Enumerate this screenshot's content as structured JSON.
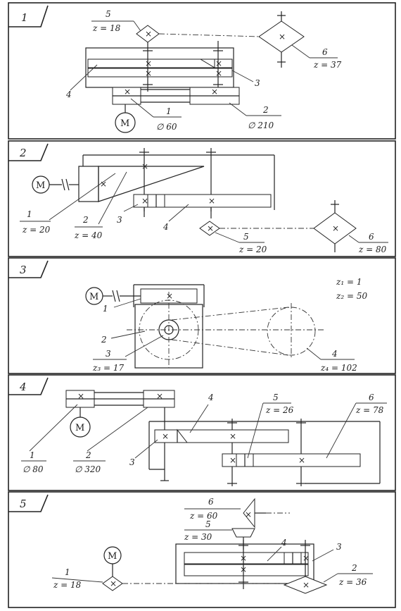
{
  "panels": [
    {
      "number": "1",
      "labels": {
        "p5_num": "5",
        "p5_z": "z = 18",
        "p6_num": "6",
        "p6_z": "z = 37",
        "p4": "4",
        "p3": "3",
        "p1_num": "1",
        "p1_d": "∅ 60",
        "p2_num": "2",
        "p2_d": "∅ 210",
        "motor": "M"
      }
    },
    {
      "number": "2",
      "labels": {
        "p1_num": "1",
        "p1_z": "z = 20",
        "p2_num": "2",
        "p2_z": "z = 40",
        "p3": "3",
        "p4": "4",
        "p5_num": "5",
        "p5_z": "z = 20",
        "p6_num": "6",
        "p6_z": "z = 80",
        "motor": "M"
      }
    },
    {
      "number": "3",
      "labels": {
        "z1": "z₁ = 1",
        "z2": "z₂ = 50",
        "p1": "1",
        "p2": "2",
        "p3_num": "3",
        "p3_z": "z₃ = 17",
        "p4_num": "4",
        "p4_z": "z₄ = 102",
        "motor": "M"
      }
    },
    {
      "number": "4",
      "labels": {
        "p1_num": "1",
        "p1_d": "∅ 80",
        "p2_num": "2",
        "p2_d": "∅ 320",
        "p3": "3",
        "p4": "4",
        "p5_num": "5",
        "p5_z": "z = 26",
        "p6_num": "6",
        "p6_z": "z = 78",
        "motor": "M"
      }
    },
    {
      "number": "5",
      "labels": {
        "p6_num": "6",
        "p6_z": "z = 60",
        "p5_num": "5",
        "p5_z": "z = 30",
        "p4": "4",
        "p3": "3",
        "p1_num": "1",
        "p1_z": "z = 18",
        "p2_num": "2",
        "p2_z": "z = 36",
        "motor": "M"
      }
    }
  ]
}
